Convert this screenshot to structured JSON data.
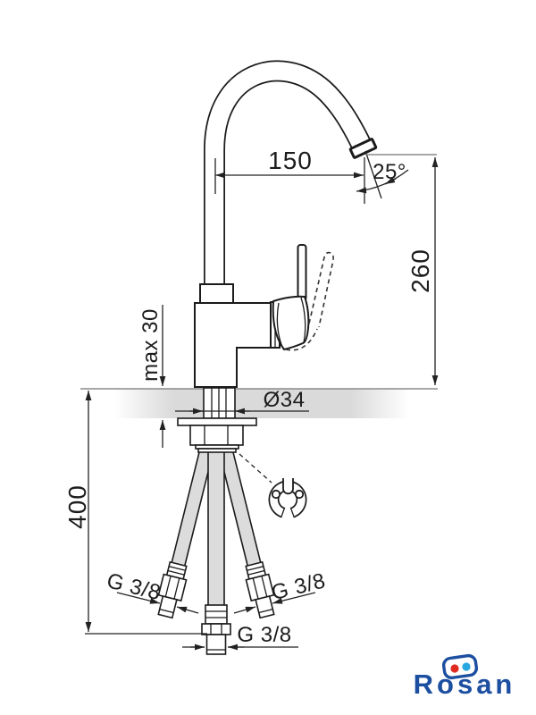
{
  "drawing": {
    "type": "technical-installation-drawing",
    "subject": "single-lever kitchen faucet with high arched swivel spout and flexible supply hoses",
    "dims": {
      "spout_reach": "150",
      "spout_angle": "25°",
      "spout_height": "260",
      "deck_thickness": "max 30",
      "hole_diameter": "Ø34",
      "hose_length": "400",
      "thread_left": "G 3/8",
      "thread_right": "G 3/8",
      "thread_bottom": "G 3/8"
    },
    "logo": {
      "brand": "Rosan"
    },
    "colors": {
      "line": "#1b1b1b",
      "dimension": "#222222",
      "reference_gray": "#8a8a8a",
      "counter_fill": "#dadada",
      "hose_fill": "#dcdcdc",
      "logo_blue": "#1d4fa1",
      "logo_red": "#e02b20",
      "logo_cyan": "#28a7e0"
    }
  }
}
